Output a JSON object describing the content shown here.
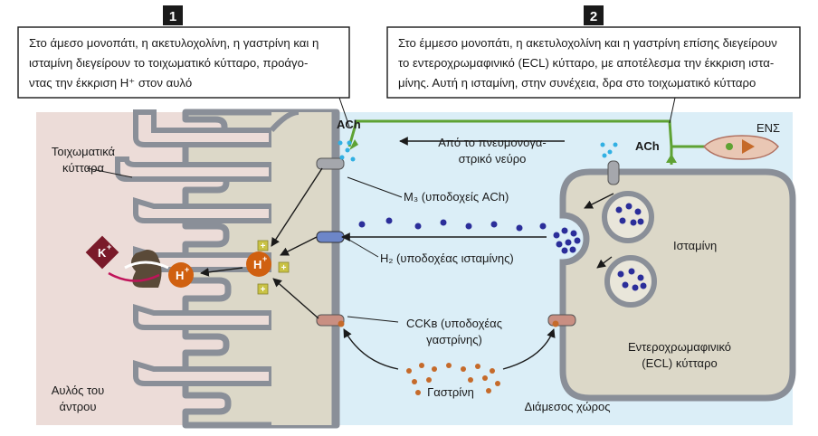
{
  "callouts": [
    {
      "number": "1",
      "lines": [
        "Στο άμεσο μονοπάτι, η ακετυλοχολίνη, η γαστρίνη και η",
        "ισταμίνη διεγείρουν το τοιχωματικό κύτταρο, προάγο-",
        "ντας την έκκριση H⁺ στον αυλό"
      ]
    },
    {
      "number": "2",
      "lines": [
        "Στο έμμεσο μονοπάτι, η ακετυλοχολίνη και η γαστρίνη επίσης διεγείρουν",
        "το εντεροχρωμαφινικό (ECL) κύτταρο, με αποτέλεσμα την έκκριση ιστα-",
        "μίνης. Αυτή η ισταμίνη, στην συνέχεια, δρα στο τοιχωματικό κύτταρο"
      ]
    }
  ],
  "labels": {
    "parietal_cells": [
      "Τοιχωματικά",
      "κύτταρα"
    ],
    "lumen": [
      "Αυλός του",
      "άντρου"
    ],
    "interstitial": "Διάμεσος χώρος",
    "ens": "ΕΝΣ",
    "ach_left": "ACh",
    "ach_right": "ACh",
    "vagus": [
      "Από το πνευμονογα-",
      "στρικό νεύρο"
    ],
    "m3": "M₃ (υποδοχείς ACh)",
    "h2": "H₂ (υποδοχέας ισταμίνης)",
    "cckb": [
      "CCKʙ (υποδοχέας",
      "γαστρίνης)"
    ],
    "histamine": "Ισταμίνη",
    "ecl_cell": [
      "Εντεροχρωμαφινικό",
      "(ECL) κύτταρο"
    ],
    "gastrin": "Γαστρίνη",
    "k_ion": "K",
    "h_ion": "H",
    "h_ion_inner": "H",
    "plus": "+"
  },
  "colors": {
    "lumen_bg": "#ecdcd8",
    "interstitial_bg": "#dbeef7",
    "cell_fill": "#dcd8c8",
    "cell_border": "#8a8f98",
    "nerve": "#5ea233",
    "histamine": "#2b2e9a",
    "gastrin": "#c56a2a",
    "ach": "#31b0e3",
    "ion": "#d06010",
    "k_ion": "#7a1a2a",
    "m3_receptor": "#a5a7ac",
    "h2_receptor": "#6d86c8",
    "cck_receptor": "#c98f82"
  }
}
